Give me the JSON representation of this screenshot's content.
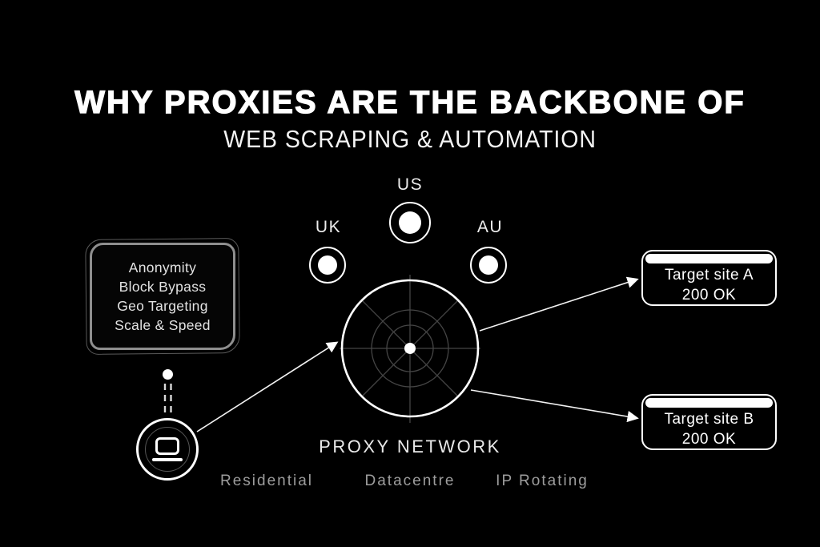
{
  "title": {
    "line1": "WHY PROXIES ARE THE BACKBONE OF",
    "line2": "WEB SCRAPING & AUTOMATION"
  },
  "benefits": {
    "items": [
      "Anonymity",
      "Block Bypass",
      "Geo Targeting",
      "Scale & Speed"
    ]
  },
  "countries": [
    {
      "label": "UK"
    },
    {
      "label": "US"
    },
    {
      "label": "AU"
    }
  ],
  "network": {
    "label": "PROXY NETWORK",
    "icon": "radar-icon"
  },
  "client": {
    "icon": "laptop-icon"
  },
  "proxy_types": [
    "Residential",
    "Datacentre",
    "IP Rotating"
  ],
  "targets": [
    {
      "title": "Target site A",
      "status": "200 OK"
    },
    {
      "title": "Target site B",
      "status": "200 OK"
    }
  ],
  "colors": {
    "background": "#000000",
    "foreground": "#ffffff",
    "dim_line": "#454545",
    "sketch_border": "#8f8f8f",
    "muted_text": "#9d9d9d"
  }
}
